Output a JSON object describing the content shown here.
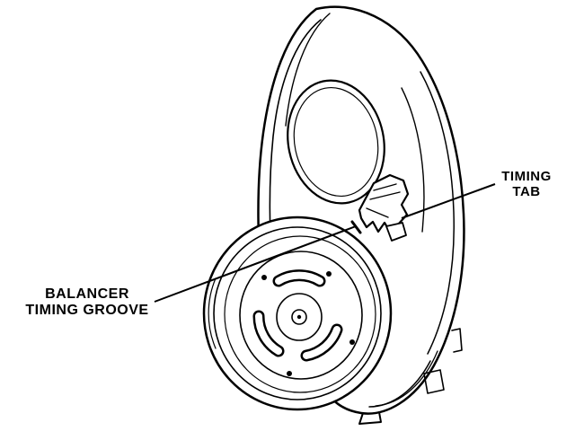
{
  "page": {
    "background": "#ffffff"
  },
  "diagram": {
    "stroke_color": "#000000",
    "fill_color": "#ffffff",
    "labels": {
      "timing_tab": {
        "line1": "TIMING",
        "line2": "TAB"
      },
      "balancer_timing_groove": {
        "line1": "BALANCER",
        "line2": "TIMING GROOVE"
      }
    }
  }
}
